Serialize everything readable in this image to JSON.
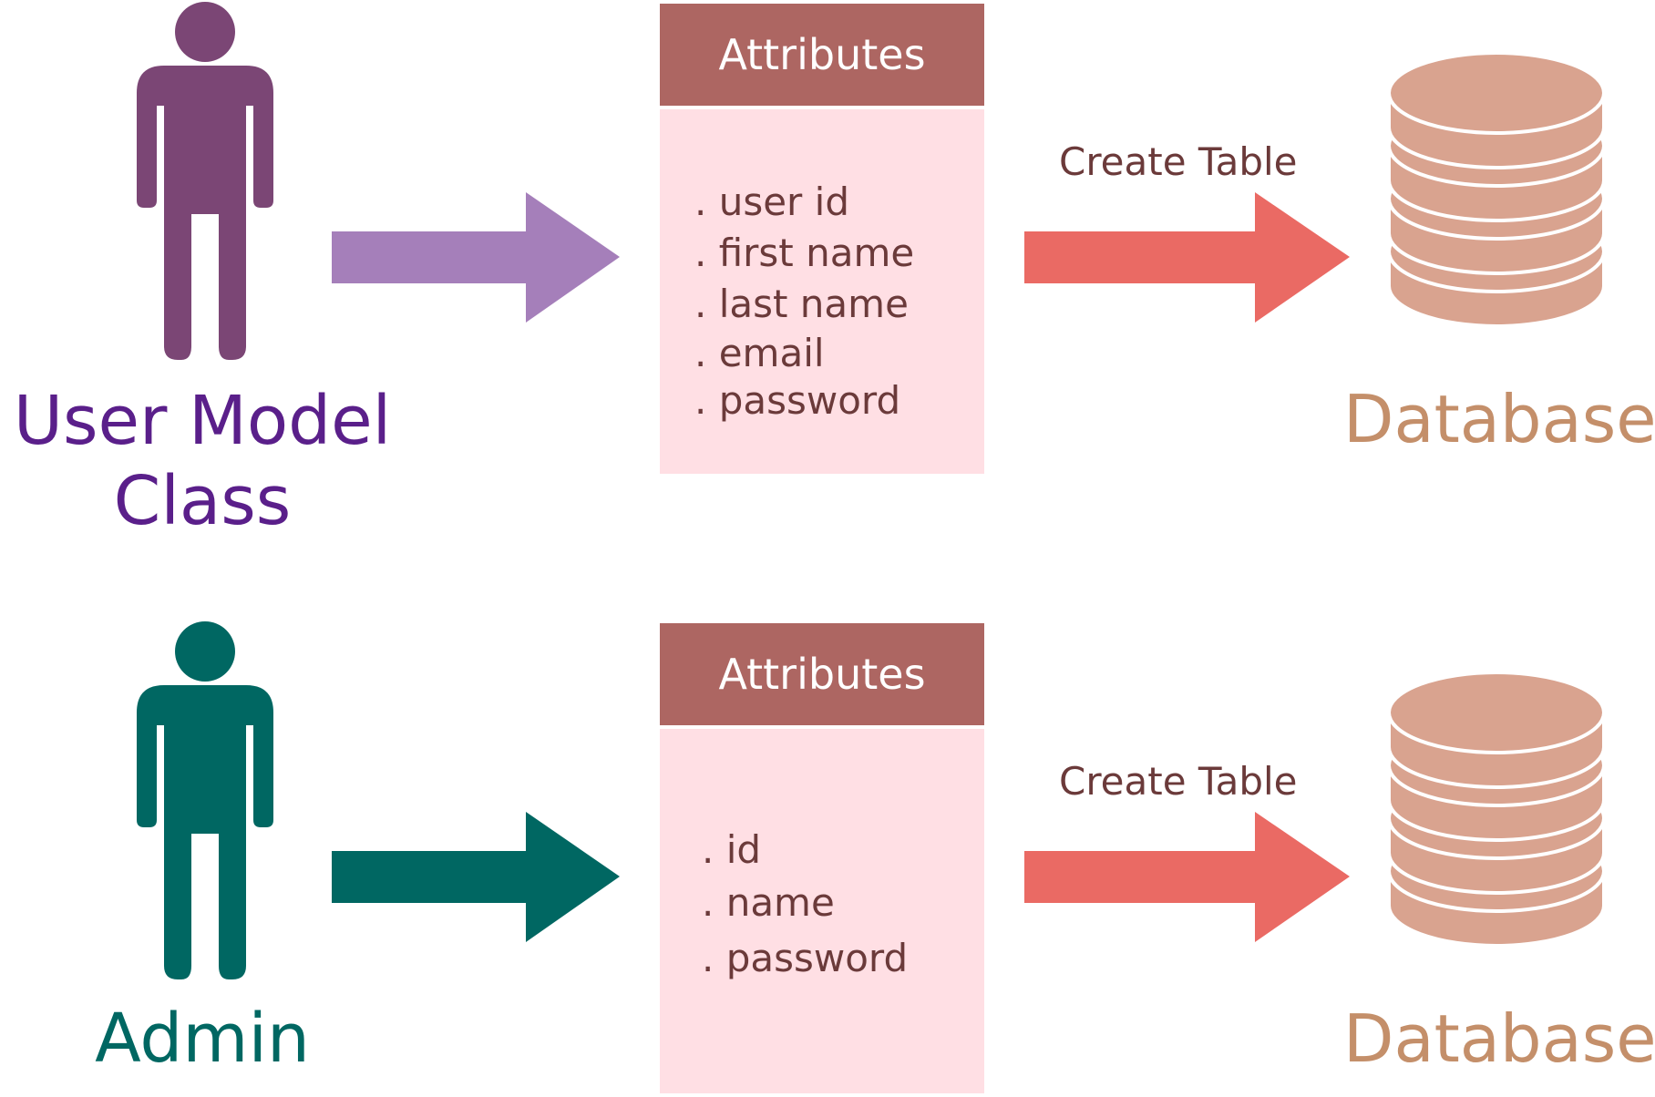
{
  "colors": {
    "user": "#7b4675",
    "user_text": "#5a1f8a",
    "user_arrow": "#a57fba",
    "admin": "#006762",
    "admin_text": "#006762",
    "header_bg": "#ad6662",
    "card_bg": "#ffdfe4",
    "create_arrow": "#ea6a64",
    "database": "#d9a38f",
    "database_text": "#c48f6a",
    "create_text": "#6b3a3a"
  },
  "rows": [
    {
      "model": "User Model\nClass",
      "attributes_title": "Attributes",
      "attributes": [
        ". user id",
        ". first name",
        ". last name",
        ". email",
        ". password"
      ],
      "create_label": "Create Table",
      "database_label": "Database"
    },
    {
      "model": "Admin",
      "attributes_title": "Attributes",
      "attributes": [
        ". id",
        ". name",
        ". password"
      ],
      "create_label": "Create Table",
      "database_label": "Database"
    }
  ]
}
